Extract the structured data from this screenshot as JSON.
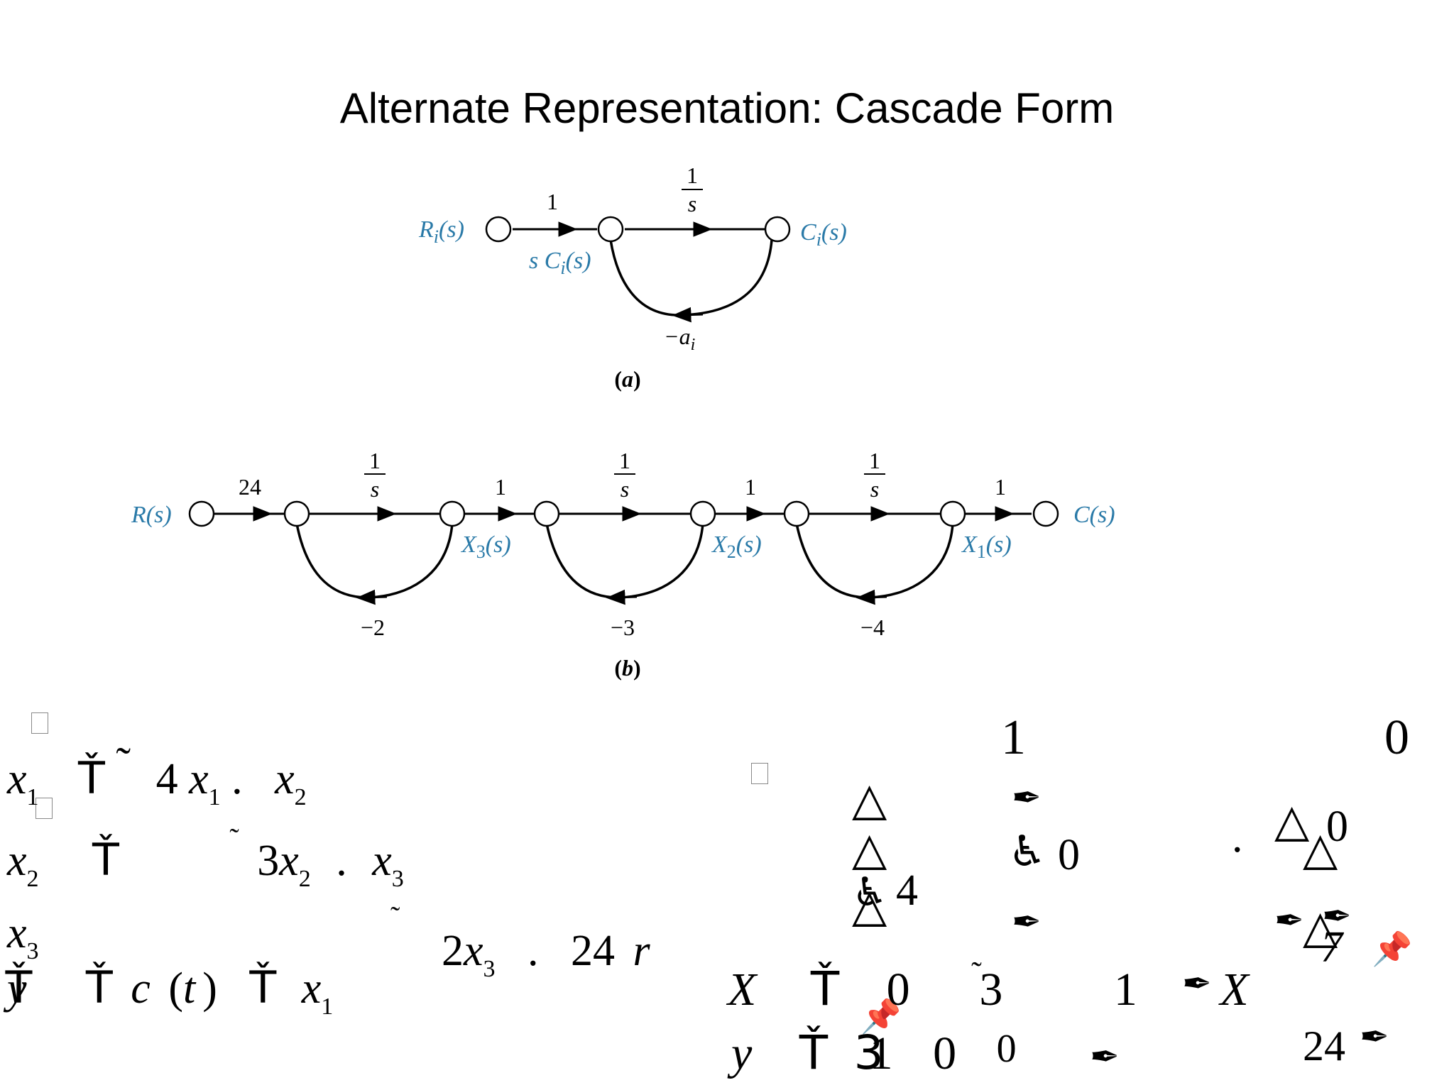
{
  "title": "Alternate Representation: Cascade Form",
  "diagram_a": {
    "input_label": "R_i(s)",
    "output_label": "C_i(s)",
    "node_label": "sC_i(s)",
    "gain_input": "1",
    "gain_integrator_num": "1",
    "gain_integrator_den": "s",
    "gain_feedback": "−a_i",
    "caption": "a"
  },
  "diagram_b": {
    "input_label": "R(s)",
    "output_label": "C(s)",
    "input_gain": "24",
    "integrator_num": "1",
    "integrator_den": "s",
    "connector_gain": "1",
    "feedbacks": [
      "−2",
      "−3",
      "−4"
    ],
    "state_labels": [
      "X",
      "X",
      "X"
    ],
    "state_subscripts": [
      "3",
      "2",
      "1"
    ],
    "state_suffix": "(s)",
    "caption": "b"
  },
  "equations_left": {
    "row1": {
      "lhs_var": "x",
      "lhs_sub": "1",
      "eq": "Ť",
      "tilde": "˜",
      "coef": "4",
      "var1": "x",
      "sub1": "1",
      "dot": ".",
      "var2": "x",
      "sub2": "2"
    },
    "row2": {
      "lhs_var": "x",
      "lhs_sub": "2",
      "eq": "Ť",
      "tilde": "˜",
      "coef": "3",
      "var1": "x",
      "sub1": "2",
      "dot": ".",
      "var2": "x",
      "sub2": "3"
    },
    "row3": {
      "lhs_var": "x",
      "lhs_sub": "3",
      "tilde": "˜",
      "coef": "2",
      "var1": "x",
      "sub1": "3",
      "dot": ".",
      "coef2": "24",
      "var2": "r"
    },
    "row4": {
      "lhs1": "y",
      "lhs2": "Ť",
      "eq1": "Ť",
      "func": "c",
      "paren_open": "(",
      "arg": "t",
      "paren_close": ")",
      "eq2": "Ť",
      "var": "x",
      "sub": "1"
    }
  },
  "equations_right": {
    "top_numbers": [
      "1",
      "0"
    ],
    "row_a": [
      "0",
      "0"
    ],
    "row_b": [
      "4",
      "7"
    ],
    "X_row": {
      "var": "X",
      "eq": "Ť",
      "n0": "0",
      "tilde": "˜",
      "n3": "3",
      "n1": "1",
      "var2": "X"
    },
    "y_row": {
      "var": "y",
      "eq": "Ť",
      "n3": "3",
      "n1": "1",
      "n0": "0",
      "n0b": "0",
      "n24": "24",
      "dot": "."
    }
  }
}
